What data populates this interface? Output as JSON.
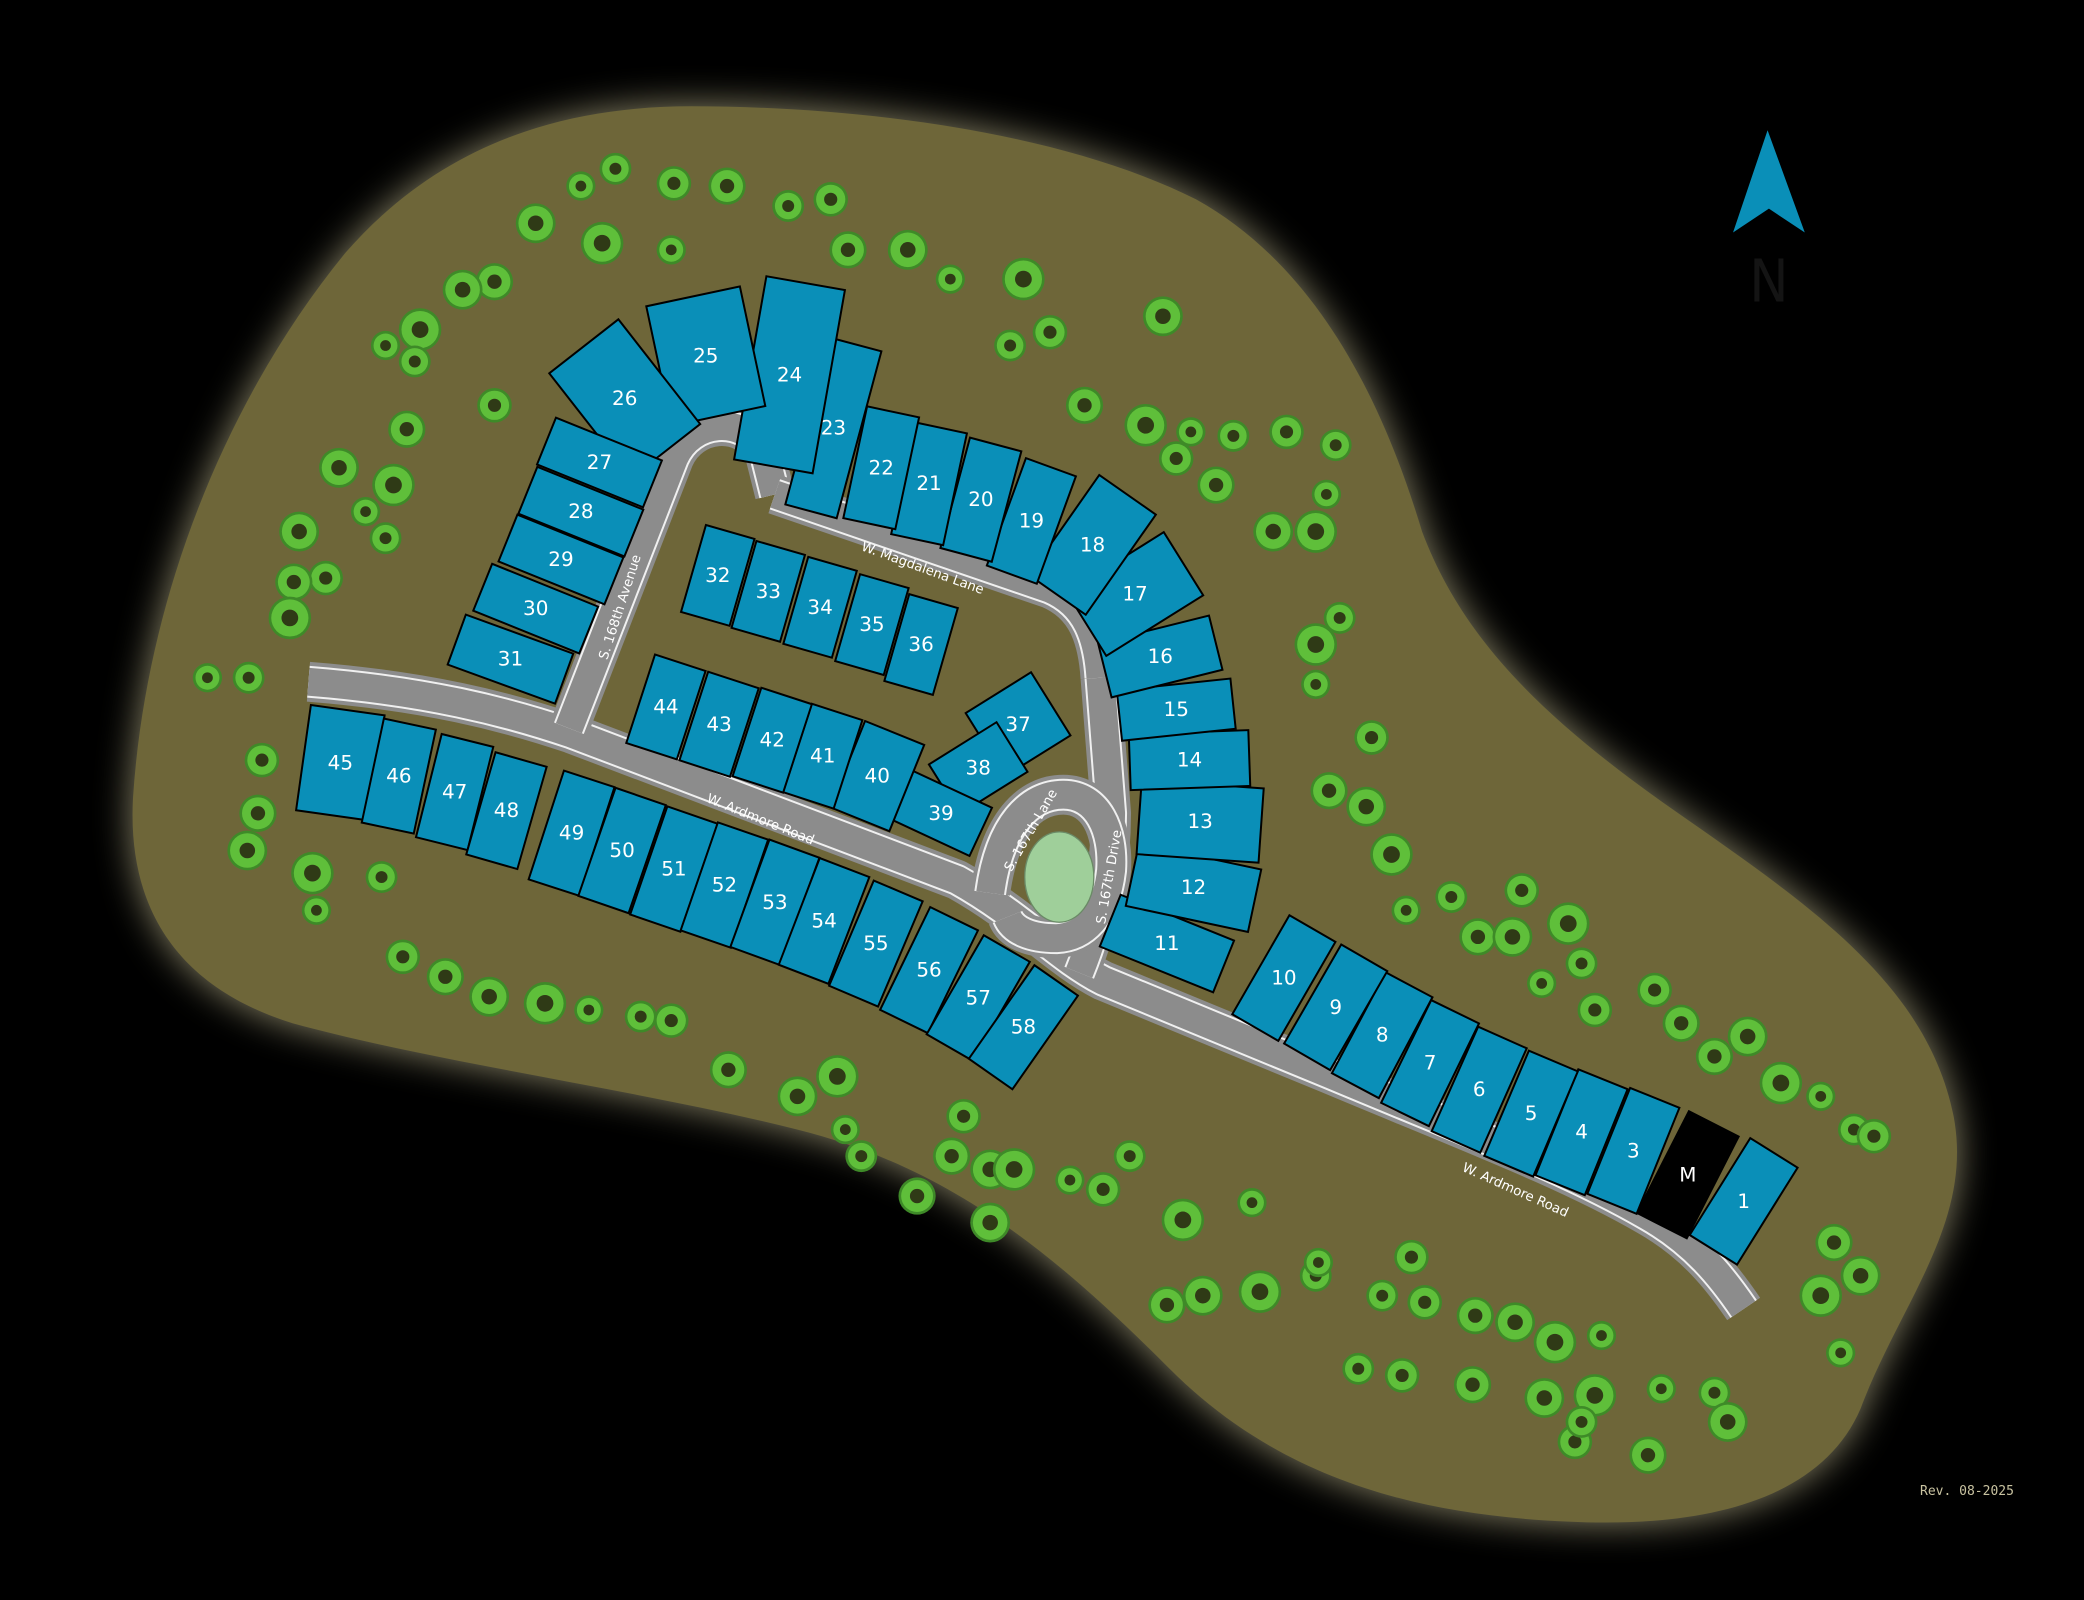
{
  "map": {
    "lots": [
      "1",
      "M",
      "3",
      "4",
      "5",
      "6",
      "7",
      "8",
      "9",
      "10",
      "11",
      "12",
      "13",
      "14",
      "15",
      "16",
      "17",
      "18",
      "19",
      "20",
      "21",
      "22",
      "23",
      "24",
      "25",
      "26",
      "27",
      "28",
      "29",
      "30",
      "31",
      "32",
      "33",
      "34",
      "35",
      "36",
      "37",
      "38",
      "39",
      "40",
      "41",
      "42",
      "43",
      "44",
      "45",
      "46",
      "47",
      "48",
      "49",
      "50",
      "51",
      "52",
      "53",
      "54",
      "55",
      "56",
      "57",
      "58"
    ],
    "model_lot": "M",
    "roads": {
      "ardmore_west": "W. Ardmore Road",
      "ardmore_east": "W. Ardmore Road",
      "magdalena": "W. Magdalena Lane",
      "avenue_168": "S. 168th Avenue",
      "lane_167": "S. 167th Lane",
      "drive_167": "S. 167th Drive"
    },
    "north_label": "N",
    "revision": "Rev. 08-2025",
    "colors": {
      "lot": "#0a8fb8",
      "model_lot": "#000000",
      "ground": "#6e6639",
      "road": "#8c8c8c",
      "tree": "#5fbf3a",
      "pond": "#9fcf9a",
      "north_arrow": "#0a8fb8"
    }
  }
}
